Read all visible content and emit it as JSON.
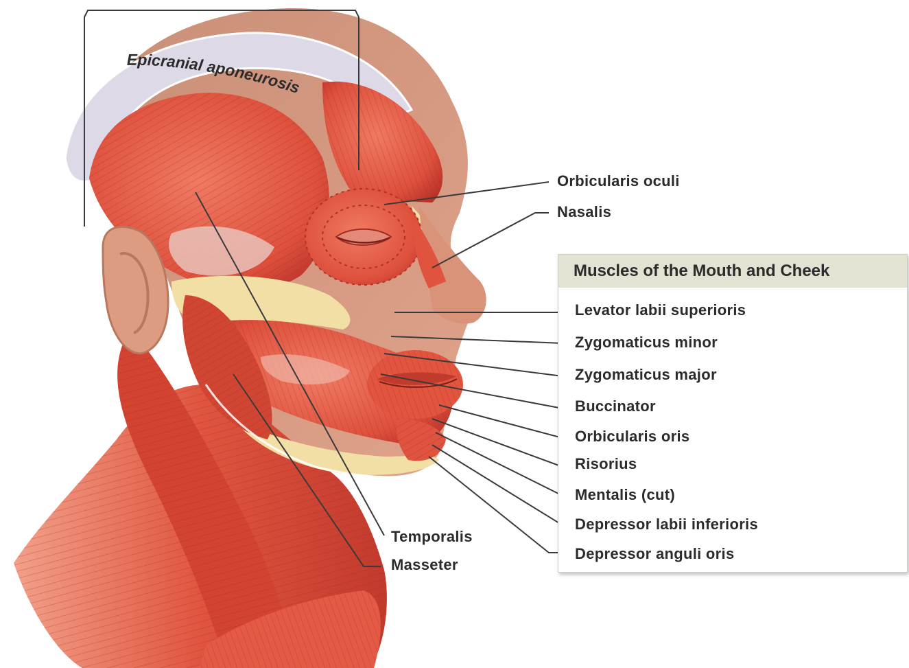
{
  "diagram": {
    "curved_label": "Epicranial aponeurosis",
    "labels": {
      "orbicularis_oculi": "Orbicularis oculi",
      "nasalis": "Nasalis",
      "temporalis": "Temporalis",
      "masseter": "Masseter"
    },
    "mouth_box": {
      "title": "Muscles of the Mouth and Cheek",
      "items": [
        "Levator labii superioris",
        "Zygomaticus minor",
        "Zygomaticus major",
        "Buccinator",
        "Orbicularis oris",
        "Risorius",
        "Mentalis (cut)",
        "Depressor labii inferioris",
        "Depressor anguli oris"
      ]
    },
    "colors": {
      "muscle": "#e0533f",
      "muscle_dark": "#b8322a",
      "skin": "#d99379",
      "bone": "#f2dfa6",
      "aponeurosis": "#dcd9e6",
      "box_header": "#e4e2d2"
    }
  }
}
